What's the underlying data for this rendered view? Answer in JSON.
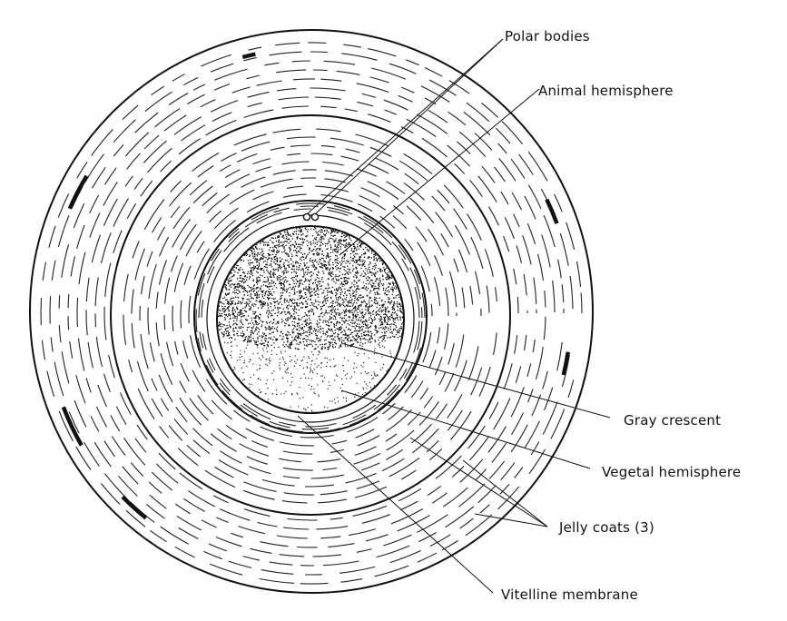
{
  "labels": {
    "polar_bodies": "Polar bodies",
    "animal_hemisphere": "Animal hemisphere",
    "gray_crescent": "Gray crescent",
    "vegetal_hemisphere": "Vegetal hemisphere",
    "jelly_coats": "Jelly coats (3)",
    "vitelline_membrane": "Vitelline membrane"
  },
  "colors": {
    "ink": "#111111",
    "paper": "#ffffff"
  }
}
